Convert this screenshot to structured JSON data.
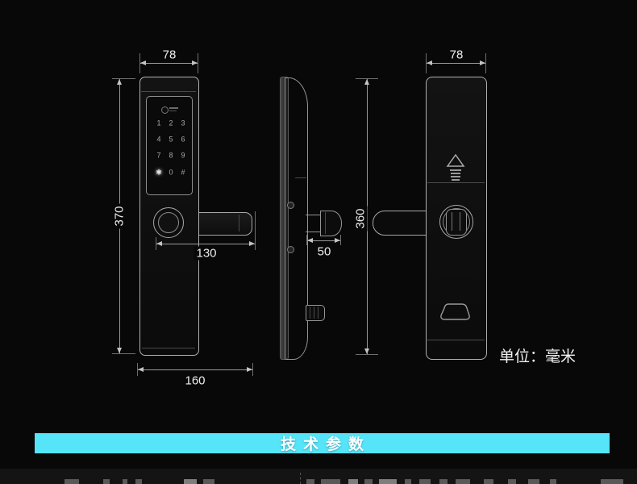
{
  "colors": {
    "background": "#080808",
    "line": "#b0b0b0",
    "dim_text": "#ededed",
    "banner_bg": "#55E4F8",
    "banner_text": "#ffffff"
  },
  "views": {
    "front": {
      "dim_width": "78",
      "dim_height": "370",
      "dim_handle_length": "130",
      "dim_overall_width": "160",
      "keypad_rows": [
        [
          "1",
          "2",
          "3"
        ],
        [
          "4",
          "5",
          "6"
        ],
        [
          "7",
          "8",
          "9"
        ],
        [
          "✱",
          "0",
          "#"
        ]
      ]
    },
    "side": {
      "dim_knob_depth": "50",
      "dim_height": "360"
    },
    "back": {
      "dim_width": "78"
    }
  },
  "unit_note": "单位：毫米",
  "banner_title": "技术参数"
}
